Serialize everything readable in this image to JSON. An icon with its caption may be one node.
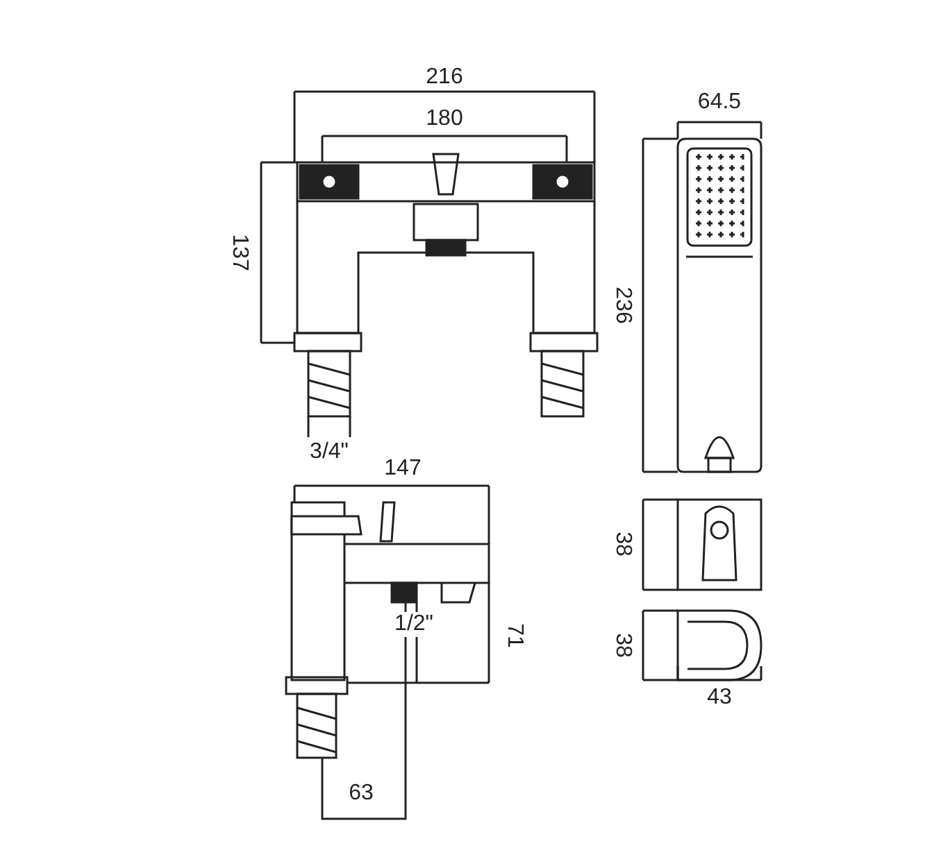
{
  "diagram": {
    "labels": [
      "216",
      "64.5",
      "180",
      "137",
      "236",
      "3/4\"",
      "147",
      "38",
      "1/2\"",
      "71",
      "38",
      "43",
      "63"
    ]
  }
}
